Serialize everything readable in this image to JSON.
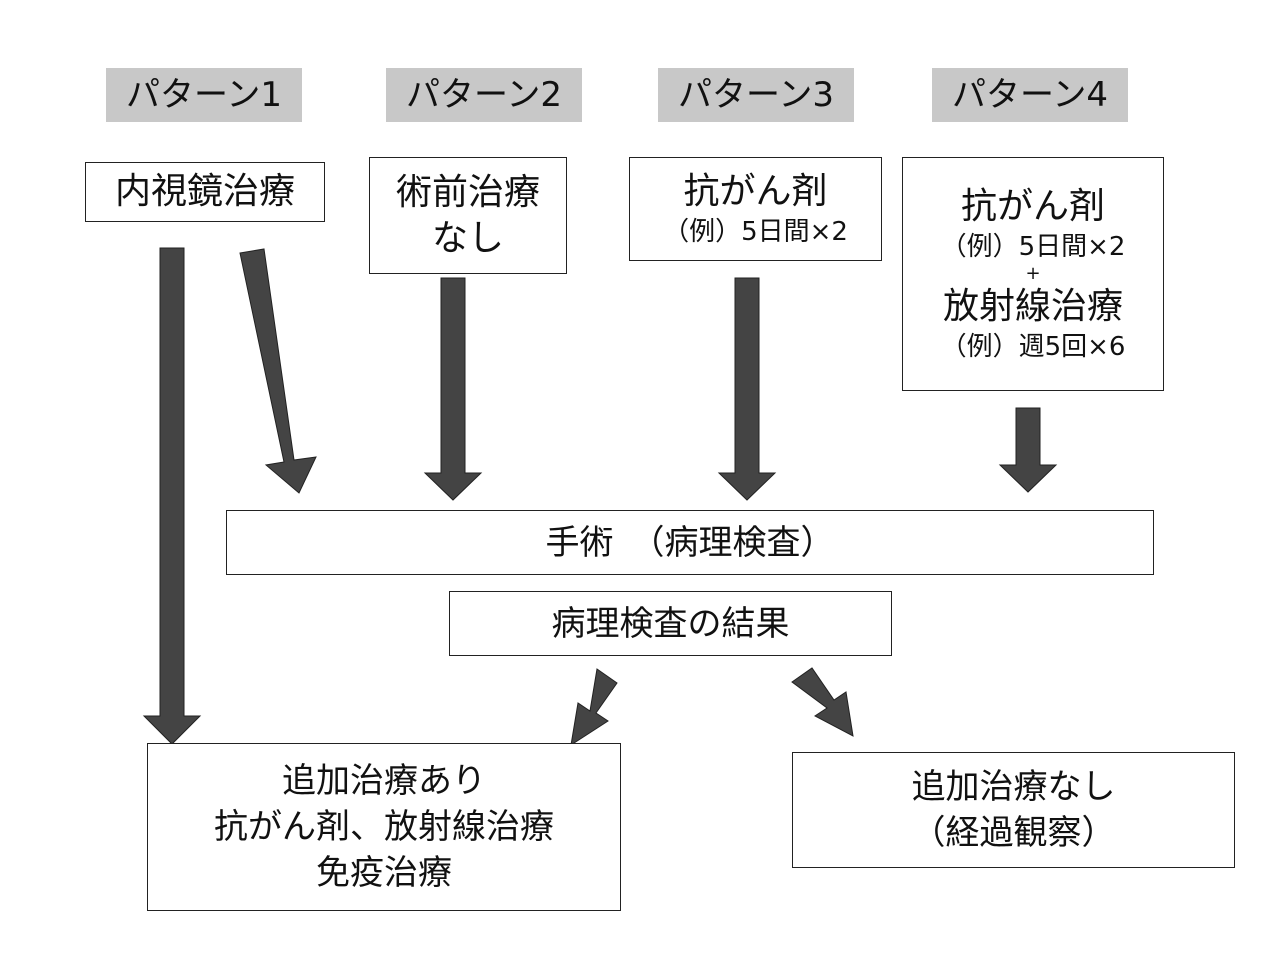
{
  "patterns": [
    {
      "label": "パターン1"
    },
    {
      "label": "パターン2"
    },
    {
      "label": "パターン3"
    },
    {
      "label": "パターン4"
    }
  ],
  "boxes": {
    "endoscopic": {
      "text": "内視鏡治療"
    },
    "no_preop": {
      "line1": "術前治療",
      "line2": "なし"
    },
    "chemo": {
      "line1": "抗がん剤",
      "line2": "（例）5日間×2"
    },
    "chemo_radiation": {
      "line1": "抗がん剤",
      "line2": "（例）5日間×2",
      "plus": "+",
      "line3": "放射線治療",
      "line4": "（例）週5回×6"
    },
    "surgery": {
      "text": "手術　（病理検査）"
    },
    "pathology_result": {
      "text": "病理検査の結果"
    },
    "additional_yes": {
      "line1": "追加治療あり",
      "line2": "抗がん剤、放射線治療",
      "line3": "免疫治療"
    },
    "additional_no": {
      "line1": "追加治療なし",
      "line2": "（経過観察）"
    }
  },
  "colors": {
    "arrow": "#444444",
    "label_bg": "#c8c8c8",
    "border": "#222222"
  }
}
